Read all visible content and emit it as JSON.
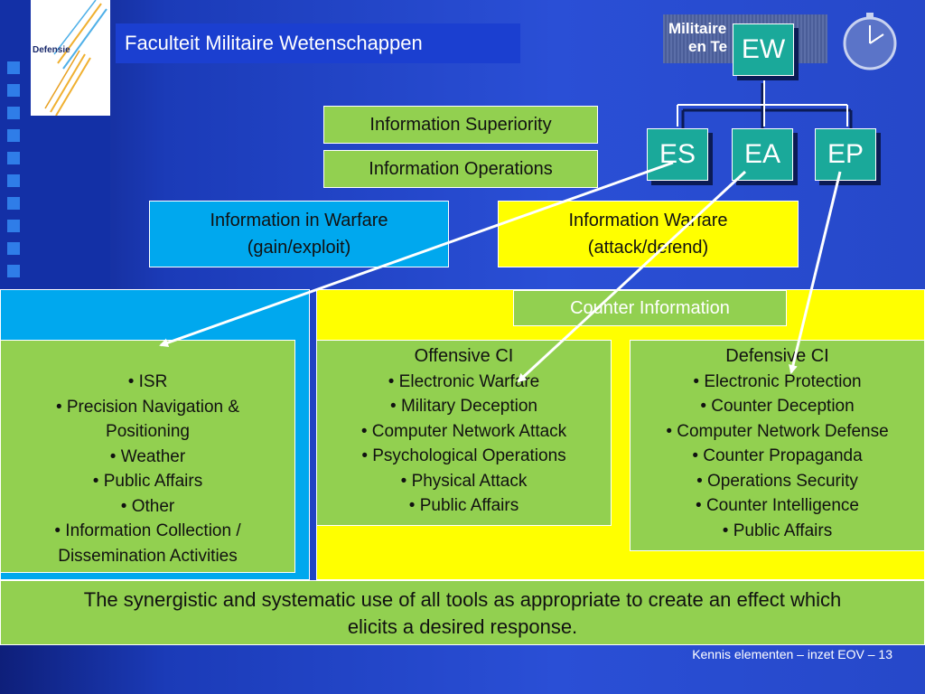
{
  "header": {
    "title": "Faculteit Militaire Wetenschappen",
    "logo_text": "Defensie",
    "brand_line1": "Militaire",
    "brand_line2": "en Te"
  },
  "tree": {
    "root": "EW",
    "children": [
      "ES",
      "EA",
      "EP"
    ]
  },
  "labels": {
    "info_superiority": "Information Superiority",
    "info_operations": "Information Operations",
    "info_in_warfare_1": "Information in Warfare",
    "info_in_warfare_2": "(gain/exploit)",
    "info_warfare_1": "Information Warfare",
    "info_warfare_2": "(attack/defend)",
    "counter_information": "Counter Information"
  },
  "left_list": {
    "items": [
      "• ISR",
      "• Precision Navigation &",
      "Positioning",
      "• Weather",
      "• Public Affairs",
      "• Other",
      "• Information Collection /",
      "Dissemination Activities"
    ]
  },
  "offensive": {
    "title": "Offensive CI",
    "items": [
      "• Electronic Warfare",
      "• Military Deception",
      "• Computer Network Attack",
      "• Psychological Operations",
      "• Physical Attack",
      "• Public Affairs"
    ]
  },
  "defensive": {
    "title": "Defensive CI",
    "items": [
      "• Electronic Protection",
      "• Counter Deception",
      "• Computer Network Defense",
      "• Counter Propaganda",
      "• Operations Security",
      "• Counter Intelligence",
      "• Public Affairs"
    ]
  },
  "summary": {
    "line1": "The synergistic and systematic use of all tools as appropriate to create an effect which",
    "line2": "elicits a desired response."
  },
  "footer": {
    "text": "Kennis elementen – inzet EOV  –  13"
  },
  "colors": {
    "green": "#92d050",
    "teal": "#1aa99a",
    "cyan": "#00a8ee",
    "yellow": "#ffff00",
    "title_blue": "#1b3fd0"
  }
}
